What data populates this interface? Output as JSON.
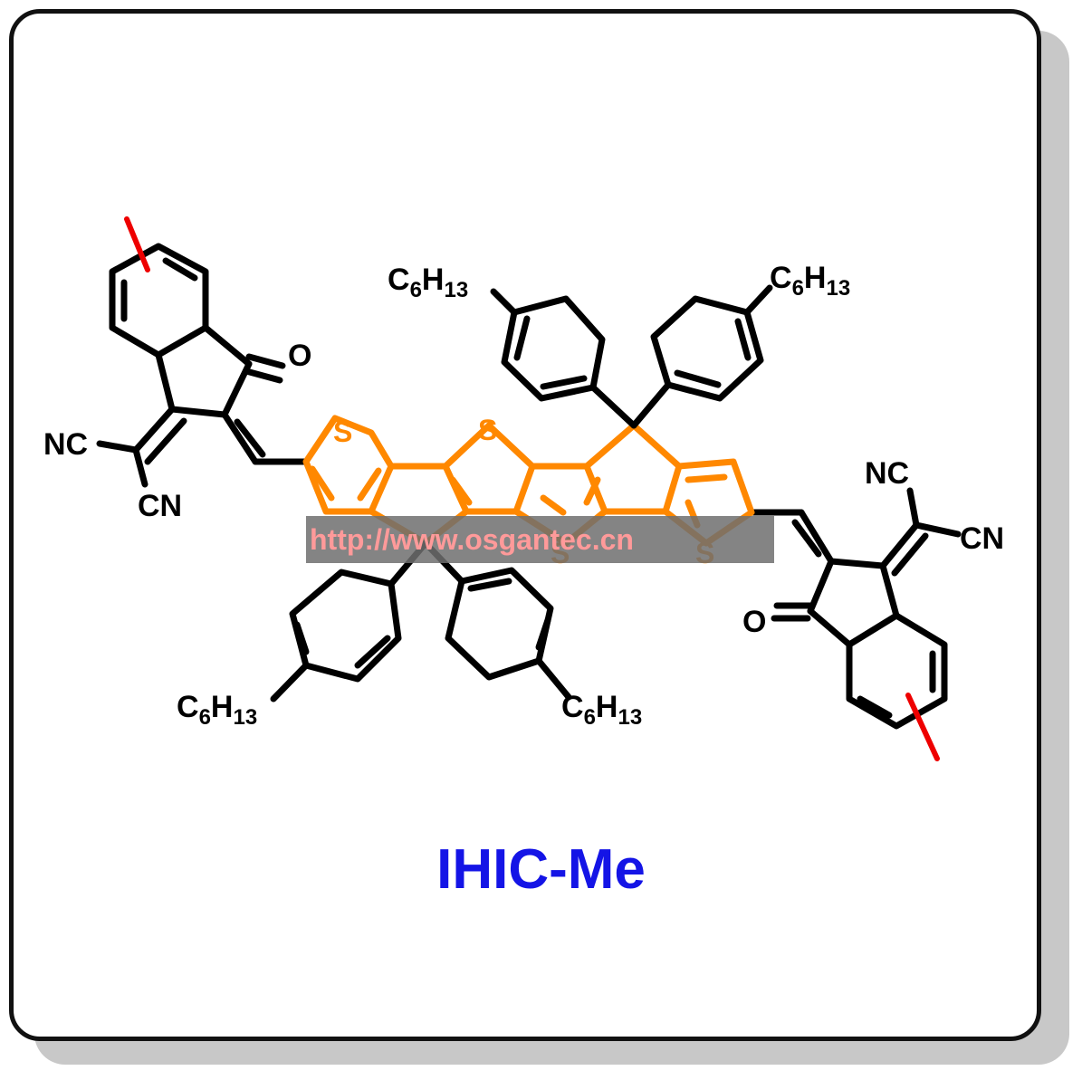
{
  "compound": {
    "name": "IHIC-Me"
  },
  "labels": {
    "nc": "NC",
    "cn": "CN",
    "oxygen": "O",
    "sulfur": "S",
    "hexyl_c": "C",
    "hexyl_c_sub": "6",
    "hexyl_h": "H",
    "hexyl_h_sub": "13"
  },
  "watermark": {
    "text": "http://www.osgantec.cn"
  },
  "colors": {
    "core": "#ff8800",
    "substituent_mark": "#ee0000",
    "title": "#1414e6",
    "bond": "#000000"
  }
}
